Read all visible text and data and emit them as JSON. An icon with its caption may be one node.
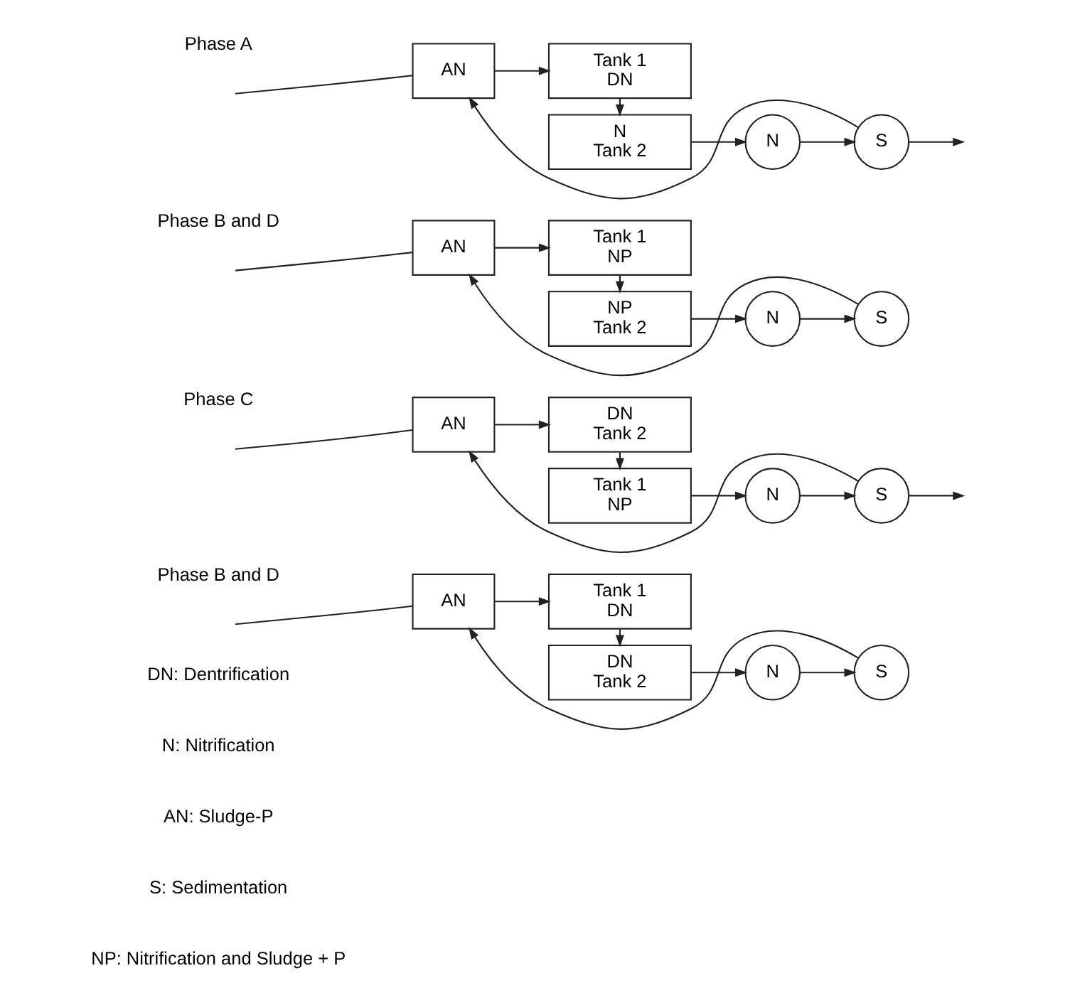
{
  "diagram": {
    "nodes": [
      {
        "text": [
          "AN"
        ]
      },
      {
        "text": [
          "Tank 1",
          "DN"
        ]
      },
      {
        "text": [
          "N",
          "Tank 2"
        ]
      },
      {
        "text": [
          "N"
        ]
      },
      {
        "text": [
          "S"
        ]
      },
      {
        "text": [
          "AN"
        ]
      },
      {
        "text": [
          "Tank 1",
          "NP"
        ]
      },
      {
        "text": [
          "NP",
          "Tank 2"
        ]
      },
      {
        "text": [
          "N"
        ]
      },
      {
        "text": [
          "S"
        ]
      },
      {
        "text": [
          "AN"
        ]
      },
      {
        "text": [
          "Tank 1",
          "NP"
        ]
      },
      {
        "text": [
          "DN",
          "Tank 2"
        ]
      },
      {
        "text": [
          "N"
        ]
      },
      {
        "text": [
          "S"
        ]
      },
      {
        "text": [
          "AN"
        ]
      },
      {
        "text": [
          "Tank 1",
          "DN"
        ]
      },
      {
        "text": [
          "DN",
          "Tank 2"
        ]
      },
      {
        "text": [
          "N"
        ]
      },
      {
        "text": [
          "S"
        ]
      }
    ],
    "edges": [
      {
        "from": null,
        "to": 0,
        "arrow": "none"
      },
      {
        "from": 0,
        "to": 1,
        "arrow": "to"
      },
      {
        "from": 1,
        "to": 2,
        "arrow": "to"
      },
      {
        "from": 2,
        "to": 3,
        "arrow": "to"
      },
      {
        "from": 3,
        "to": 4,
        "arrow": "to"
      },
      {
        "from": 4,
        "to": null,
        "arrow": "to"
      },
      {
        "from": 4,
        "to": 0,
        "arrow": "to"
      },
      {
        "from": null,
        "to": 5,
        "arrow": "none"
      },
      {
        "from": 5,
        "to": 6,
        "arrow": "to"
      },
      {
        "from": 6,
        "to": 7,
        "arrow": "to"
      },
      {
        "from": 7,
        "to": 8,
        "arrow": "to"
      },
      {
        "from": 8,
        "to": 9,
        "arrow": "to"
      },
      {
        "from": 9,
        "to": 5,
        "arrow": "to"
      },
      {
        "from": null,
        "to": 10,
        "arrow": "none"
      },
      {
        "from": 10,
        "to": 12,
        "arrow": "to"
      },
      {
        "from": 12,
        "to": 11,
        "arrow": "to"
      },
      {
        "from": 11,
        "to": 13,
        "arrow": "to"
      },
      {
        "from": 13,
        "to": 14,
        "arrow": "to"
      },
      {
        "from": 14,
        "to": null,
        "arrow": "to"
      },
      {
        "from": 14,
        "to": 10,
        "arrow": "to"
      },
      {
        "from": null,
        "to": 15,
        "arrow": "none"
      },
      {
        "from": 15,
        "to": 16,
        "arrow": "to"
      },
      {
        "from": 16,
        "to": 17,
        "arrow": "to"
      },
      {
        "from": 17,
        "to": 18,
        "arrow": "to"
      },
      {
        "from": 18,
        "to": 19,
        "arrow": "to"
      },
      {
        "from": 19,
        "to": 15,
        "arrow": "to"
      }
    ],
    "labels": [
      "Phase A",
      "Phase B and D",
      "Phase C",
      "Phase B and D",
      "DN: Dentrification",
      "N: Nitrification",
      "AN: Sludge-P",
      "S: Sedimentation",
      "NP: Nitrification and Sludge + P"
    ]
  }
}
